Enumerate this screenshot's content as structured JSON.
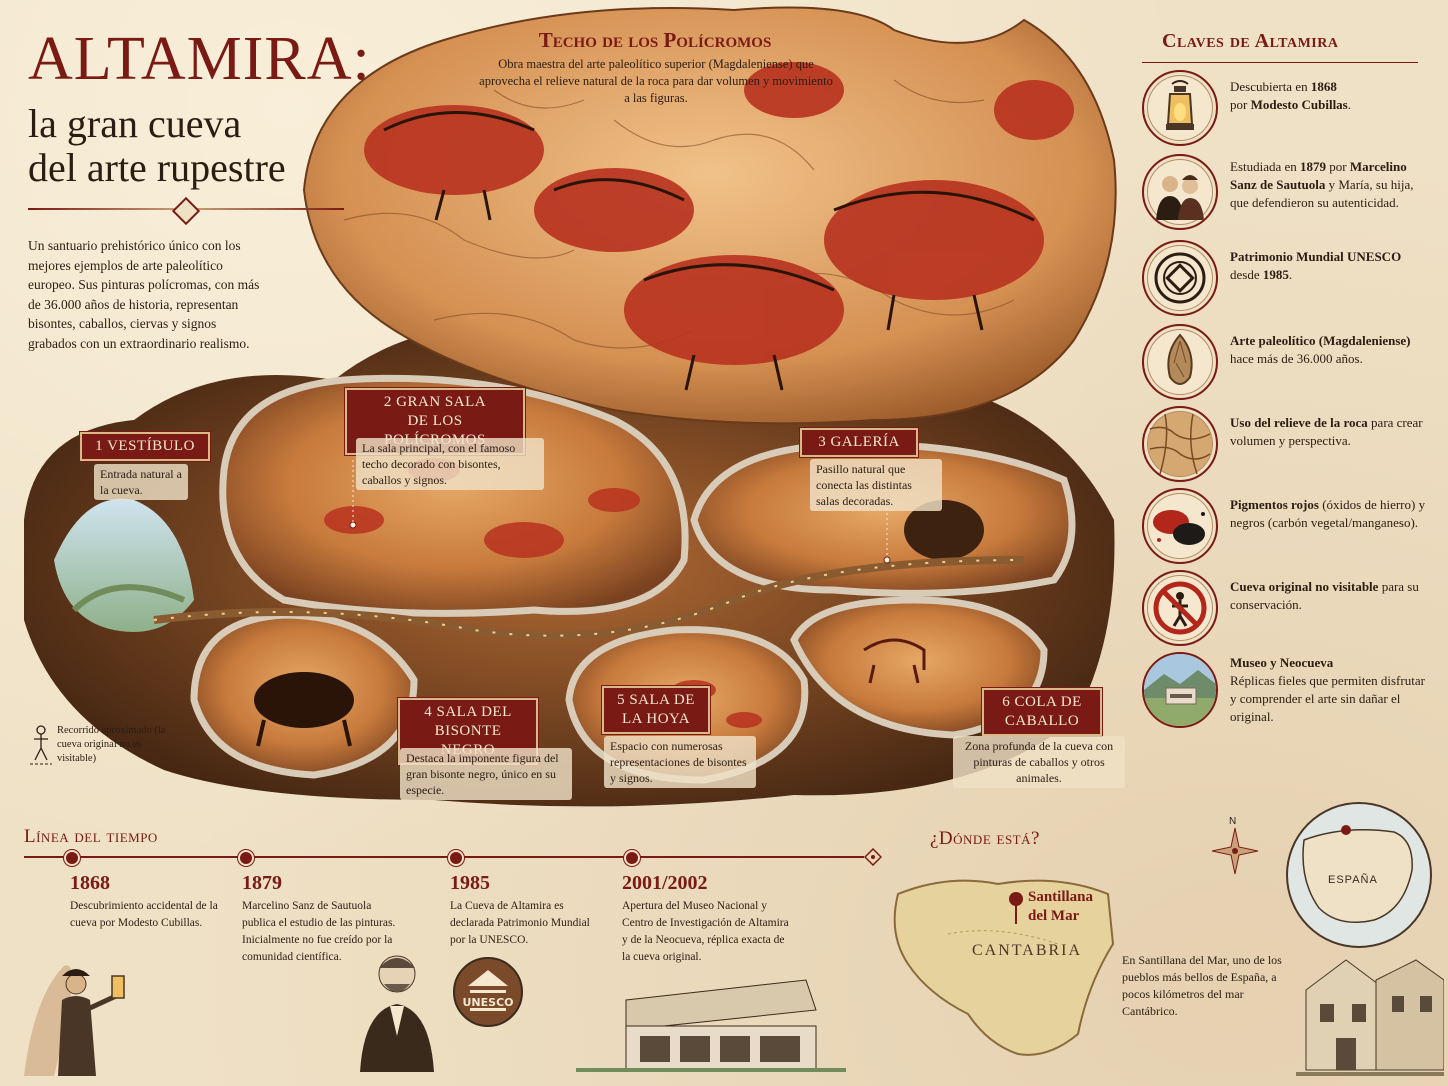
{
  "header": {
    "title": "ALTAMIRA:",
    "subtitle_line1": "la gran cueva",
    "subtitle_line2": "del arte rupestre",
    "intro": "Un santuario prehistórico único con los mejores ejemplos de arte paleolítico europeo. Sus pinturas polícromas, con más de 36.000 años de historia, representan bisontes, caballos, ciervas y signos grabados con un extraordinario realismo."
  },
  "ceiling": {
    "title": "Techo de los Polícromos",
    "description": "Obra maestra del arte paleolítico superior (Magdaleniense) que aprovecha el relieve natural de la roca para dar volumen y movimiento a las figuras."
  },
  "rooms": [
    {
      "tag_line1": "1 VESTÍBULO",
      "tag_line2": "",
      "description": "Entrada natural a la cueva."
    },
    {
      "tag_line1": "2 GRAN SALA",
      "tag_line2": "DE LOS POLÍCROMOS",
      "description": "La sala principal, con el famoso techo decorado con bisontes, caballos y signos."
    },
    {
      "tag_line1": "3 GALERÍA",
      "tag_line2": "",
      "description": "Pasillo natural que conecta las distintas salas decoradas."
    },
    {
      "tag_line1": "4 SALA DEL",
      "tag_line2": "BISONTE NEGRO",
      "description": "Destaca la imponente figura del gran bisonte negro, único en su especie."
    },
    {
      "tag_line1": "5 SALA DE",
      "tag_line2": "LA HOYA",
      "description": "Espacio con numerosas representaciones de bisontes y signos."
    },
    {
      "tag_line1": "6 COLA DE",
      "tag_line2": "CABALLO",
      "description": "Zona profunda de la cueva con pinturas de caballos y otros animales."
    }
  ],
  "route_note": "Recorrido aproximado (la cueva original no es visitable)",
  "claves": {
    "title": "Claves de Altamira",
    "items": [
      {
        "icon": "lantern-icon",
        "pre": "Descubierta en ",
        "bold1": "1868",
        "mid": " por ",
        "bold2": "Modesto Cubillas",
        "post": "."
      },
      {
        "icon": "portrait-icon",
        "pre": "Estudiada en ",
        "bold1": "1879",
        "mid": " por ",
        "bold2": "Marcelino Sanz de Sautuola",
        "post": " y María, su hija, que defendieron su autenticidad."
      },
      {
        "icon": "unesco-emblem-icon",
        "pre": "",
        "bold1": "Patrimonio Mundial UNESCO",
        "mid": " desde ",
        "bold2": "1985",
        "post": "."
      },
      {
        "icon": "stone-tool-icon",
        "pre": "",
        "bold1": "Arte paleolítico (Magdaleniense)",
        "mid": " hace más de 36.000 años.",
        "bold2": "",
        "post": ""
      },
      {
        "icon": "rock-relief-icon",
        "pre": "",
        "bold1": "Uso del relieve de la roca",
        "mid": " para crear volumen y perspectiva.",
        "bold2": "",
        "post": ""
      },
      {
        "icon": "pigments-icon",
        "pre": "",
        "bold1": "Pigmentos rojos",
        "mid": " (óxidos de hierro) y negros (carbón vegetal/manganeso).",
        "bold2": "",
        "post": ""
      },
      {
        "icon": "no-entry-icon",
        "pre": "",
        "bold1": "Cueva original no visitable",
        "mid": " para su conservación.",
        "bold2": "",
        "post": ""
      },
      {
        "icon": "museum-photo-icon",
        "pre": "",
        "bold1": "Museo y Neocueva",
        "mid": " Réplicas fieles que permiten disfrutar y comprender el arte sin dañar el original.",
        "bold2": "",
        "post": ""
      }
    ]
  },
  "timeline": {
    "title": "Línea del tiempo",
    "events": [
      {
        "year": "1868",
        "text": "Descubrimiento accidental de la cueva por Modesto Cubillas."
      },
      {
        "year": "1879",
        "text": "Marcelino Sanz de Sautuola publica el estudio de las pinturas. Inicialmente no fue creído por la comunidad científica."
      },
      {
        "year": "1985",
        "text": "La Cueva de Altamira es declarada Patrimonio Mundial por la UNESCO."
      },
      {
        "year": "2001/2002",
        "text": "Apertura del Museo Nacional y Centro de Investigación de Altamira y de la Neocueva, réplica exacta de la cueva original."
      }
    ],
    "unesco_label": "UNESCO"
  },
  "location": {
    "title": "¿Dónde está?",
    "place_line1": "Santillana",
    "place_line2": "del Mar",
    "region": "CANTABRIA",
    "country": "ESPAÑA",
    "north": "N",
    "description": "En Santillana del Mar, uno de los pueblos más bellos de España, a pocos kilómetros del mar Cantábrico."
  },
  "colors": {
    "accent": "#7a1a14",
    "paper": "#efe1c6",
    "ochre": "#c9652d",
    "text": "#2b1d12"
  }
}
